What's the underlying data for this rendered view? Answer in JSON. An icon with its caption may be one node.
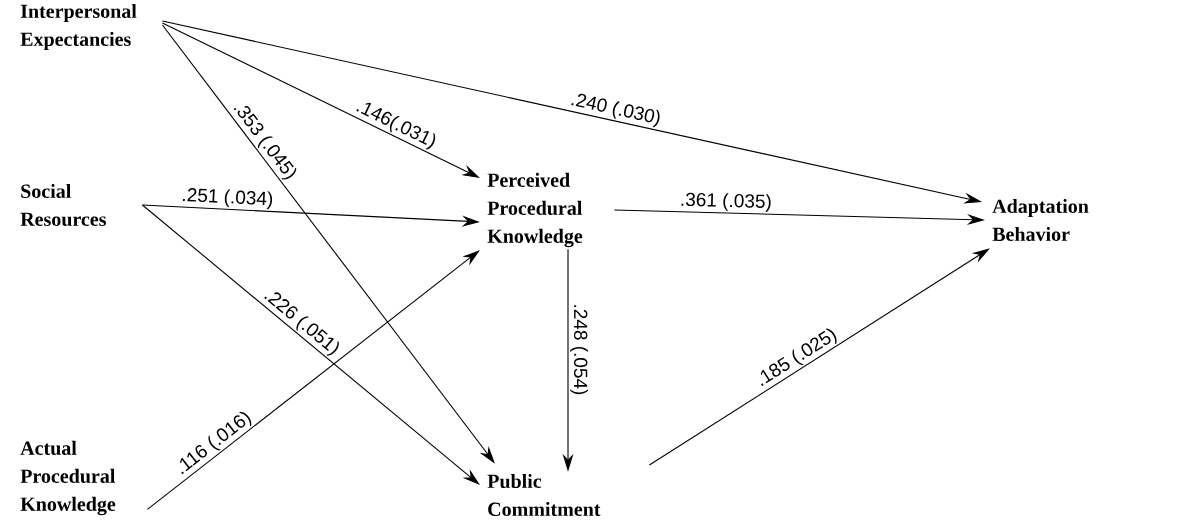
{
  "diagram": {
    "nodes": [
      {
        "text": [
          "Interpersonal Expectancies"
        ]
      },
      {
        "text": [
          "Social Resources"
        ]
      },
      {
        "text": [
          "Actual Procedural Knowledge"
        ]
      },
      {
        "text": [
          "Perceived Procedural Knowledge"
        ]
      },
      {
        "text": [
          "Adaptation Behavior"
        ]
      },
      {
        "text": [
          "Public Commitment"
        ]
      }
    ],
    "edges": [
      {
        "from": 0,
        "to": 3,
        "arrow": "to",
        "label": ".146(.031)"
      },
      {
        "from": 0,
        "to": 5,
        "arrow": "to",
        "label": ".353 (.045)"
      },
      {
        "from": 0,
        "to": 4,
        "arrow": "to",
        "label": ".240 (.030)"
      },
      {
        "from": 1,
        "to": 3,
        "arrow": "to",
        "label": ".251 (.034)"
      },
      {
        "from": 1,
        "to": 5,
        "arrow": "to",
        "label": ".226 (.051)"
      },
      {
        "from": 2,
        "to": 3,
        "arrow": "to",
        "label": ".116 (.016)"
      },
      {
        "from": 3,
        "to": 4,
        "arrow": "to",
        "label": ".361 (.035)"
      },
      {
        "from": 3,
        "to": 5,
        "arrow": "to",
        "label": ".248 (.054)"
      },
      {
        "from": 5,
        "to": 4,
        "arrow": "to",
        "label": ".185 (.025)"
      }
    ]
  }
}
